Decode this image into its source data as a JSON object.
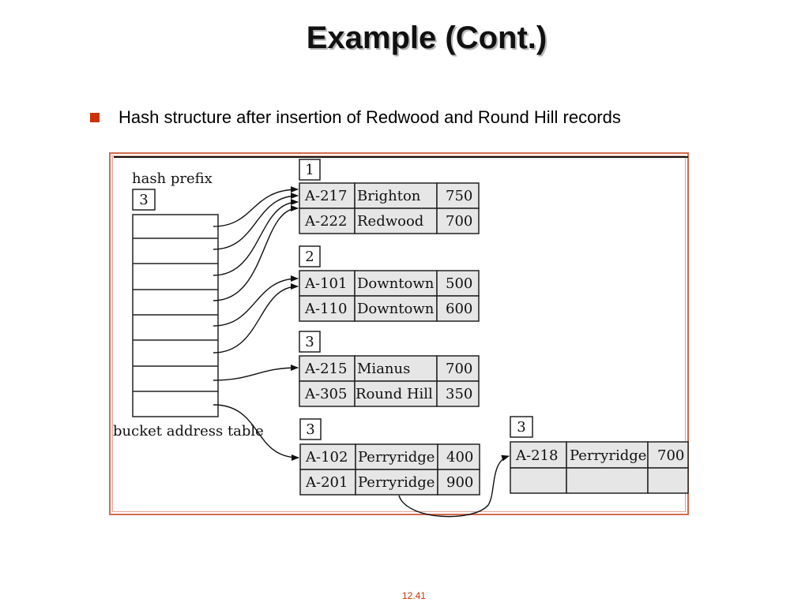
{
  "slide": {
    "title": "Example (Cont.)",
    "bullet": "Hash structure after insertion of Redwood and Round Hill records",
    "page_number": "12.41"
  },
  "diagram": {
    "hash_prefix_label": "hash prefix",
    "hash_prefix_value": "3",
    "bucket_address_label": "bucket address table",
    "buckets": [
      {
        "local_depth": "1",
        "records": [
          [
            "A-217",
            "Brighton",
            "750"
          ],
          [
            "A-222",
            "Redwood",
            "700"
          ]
        ]
      },
      {
        "local_depth": "2",
        "records": [
          [
            "A-101",
            "Downtown",
            "500"
          ],
          [
            "A-110",
            "Downtown",
            "600"
          ]
        ]
      },
      {
        "local_depth": "3",
        "records": [
          [
            "A-215",
            "Mianus",
            "700"
          ],
          [
            "A-305",
            "Round Hill",
            "350"
          ]
        ]
      },
      {
        "local_depth": "3",
        "records": [
          [
            "A-102",
            "Perryridge",
            "400"
          ],
          [
            "A-201",
            "Perryridge",
            "900"
          ]
        ]
      },
      {
        "local_depth": "3",
        "records": [
          [
            "A-218",
            "Perryridge",
            "700"
          ],
          [
            "",
            "",
            ""
          ]
        ]
      }
    ],
    "colors": {
      "bullet": "#cc3300",
      "frame": "#d26b4f",
      "cell_fill": "#e6e6e6",
      "page_number": "#cc3300"
    }
  }
}
